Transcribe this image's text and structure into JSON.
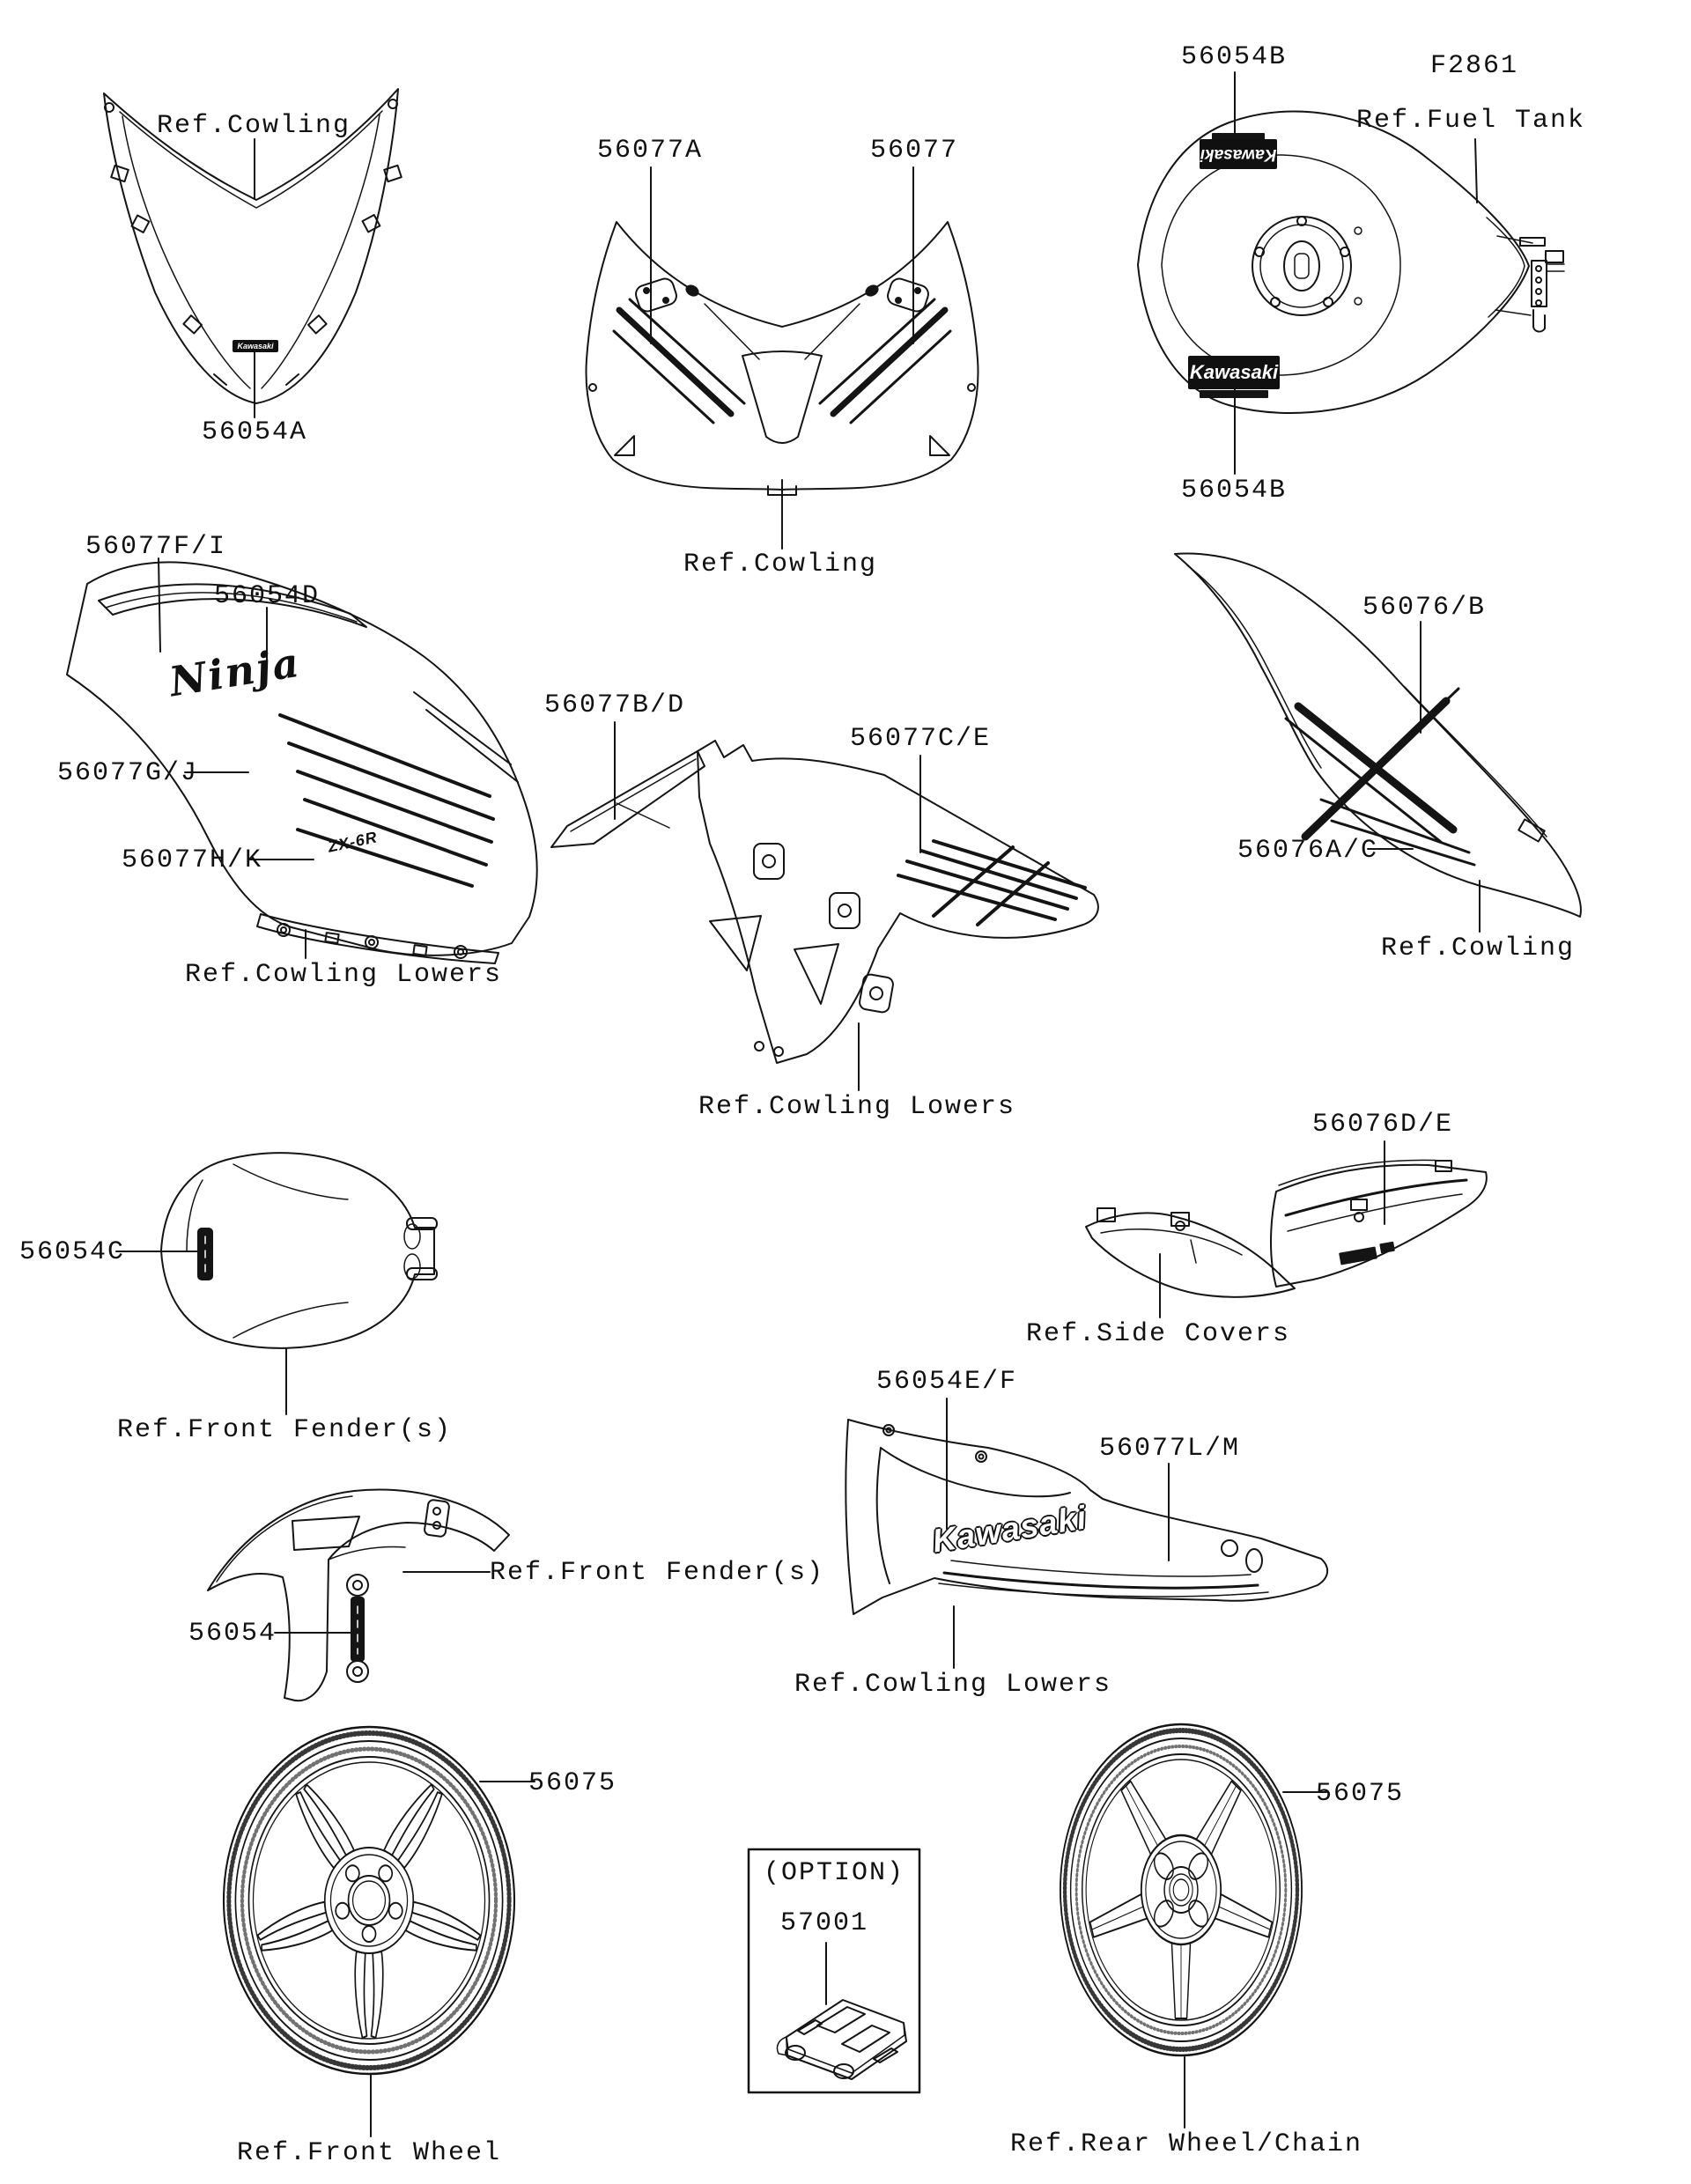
{
  "figure": {
    "code": "F2861"
  },
  "callouts": {
    "ref_cowling_top": "Ref.Cowling",
    "p56054A": "56054A",
    "p56077A": "56077A",
    "p56077": "56077",
    "ref_cowling_front": "Ref.Cowling",
    "p56054B_top": "56054B",
    "ref_fuel_tank": "Ref.Fuel Tank",
    "p56054B_bottom": "56054B",
    "p56077FI": "56077F/I",
    "p56054D": "56054D",
    "p56077GJ": "56077G/J",
    "p56077HK": "56077H/K",
    "ref_cowling_lowers_left": "Ref.Cowling Lowers",
    "p56077BD": "56077B/D",
    "p56077CE": "56077C/E",
    "ref_cowling_lowers_mid": "Ref.Cowling Lowers",
    "p56076B": "56076/B",
    "p56076AC": "56076A/C",
    "ref_cowling_tail": "Ref.Cowling",
    "p56076DE": "56076D/E",
    "ref_side_covers": "Ref.Side Covers",
    "p56054C": "56054C",
    "ref_front_fender_top": "Ref.Front Fender(s)",
    "p56054": "56054",
    "ref_front_fender_side": "Ref.Front Fender(s)",
    "p56054EF": "56054E/F",
    "p56077LM": "56077L/M",
    "ref_cowling_lowers_bottom": "Ref.Cowling Lowers",
    "p56075_front": "56075",
    "ref_front_wheel": "Ref.Front Wheel",
    "option": "(OPTION)",
    "p57001": "57001",
    "p56075_rear": "56075",
    "ref_rear_wheel": "Ref.Rear Wheel/Chain"
  },
  "decals": {
    "kawasaki": "Kawasaki",
    "ninja": "Ninja",
    "zx6r": "ZX-6R"
  }
}
